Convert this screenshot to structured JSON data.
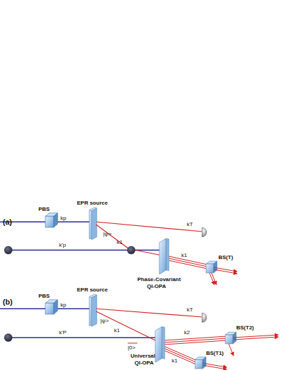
{
  "diagram": {
    "labels": [
      "(a)",
      "PBS",
      "kp",
      "EPR source",
      "kT",
      "|ψ>",
      "k1",
      "k'p",
      "Phase-Covariant",
      "QI-OPA",
      "k1",
      "BS(T)",
      "(b)",
      "PBS",
      "kp",
      "EPR source",
      "kT",
      "|ψ>",
      "k1",
      "k'P",
      "|0>",
      "Universal",
      "QI-OPA",
      "k2",
      "BS(T2)",
      "k1",
      "BS(T1)"
    ]
  }
}
